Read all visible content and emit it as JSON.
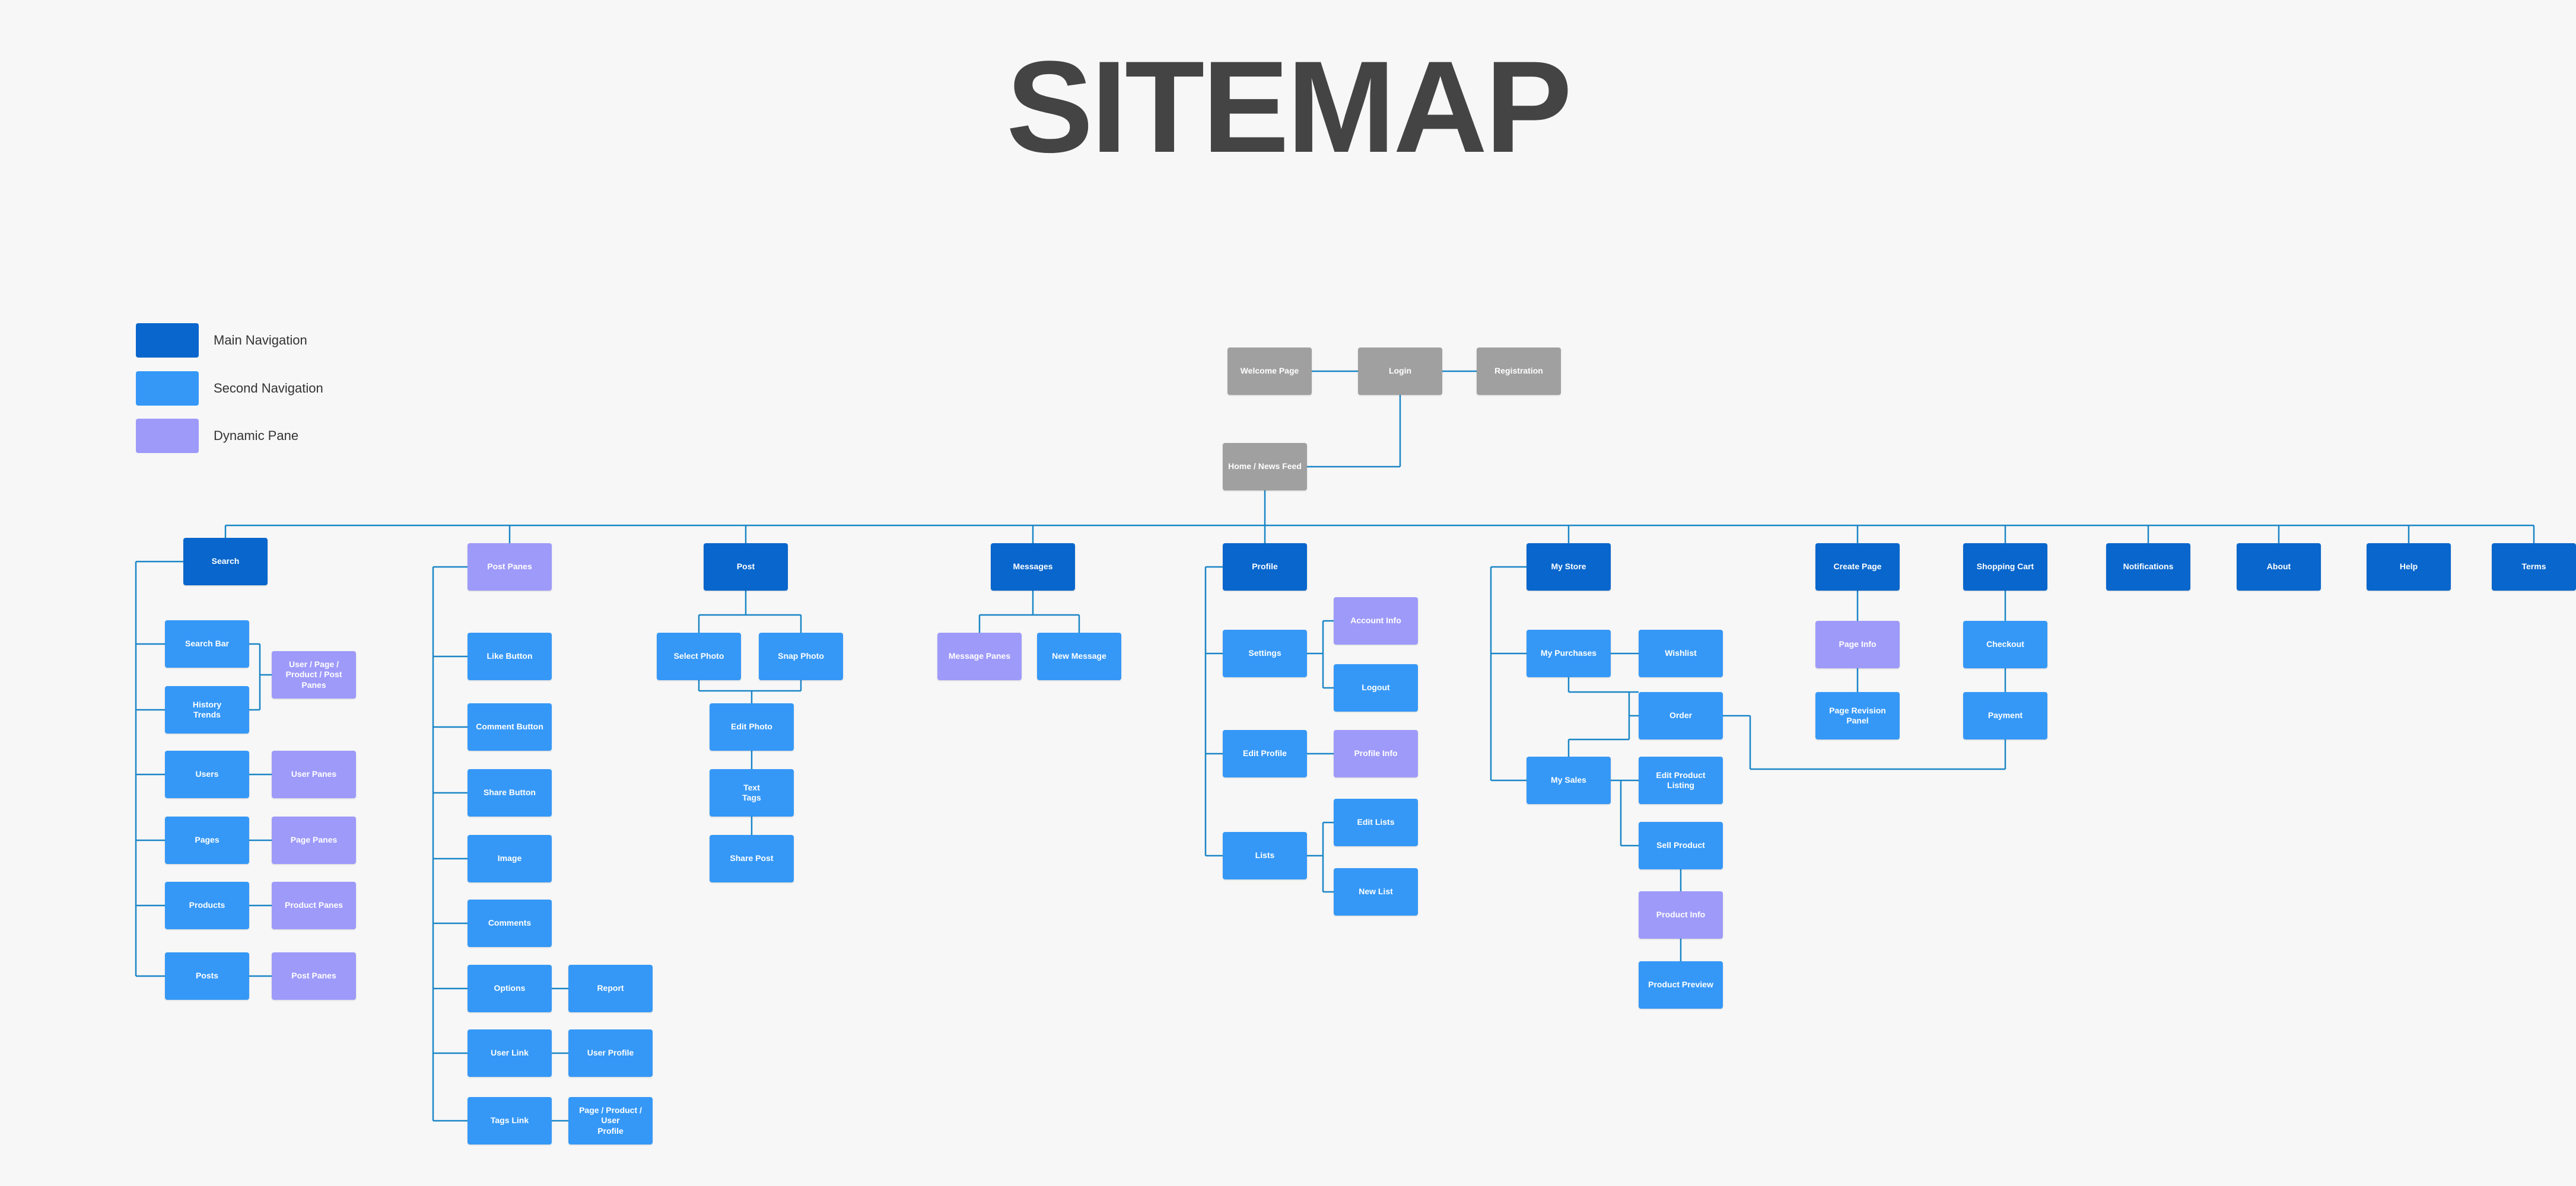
{
  "title": "SITEMAP",
  "colors": {
    "main": "#0866cc",
    "second": "#3598f7",
    "dynamic": "#9e9afa",
    "gray": "#a0a0a0",
    "connector": "#1a86c7"
  },
  "legend": {
    "main": "Main Navigation",
    "second": "Second Navigation",
    "dynamic": "Dynamic Pane"
  },
  "nodes": {
    "welcome": "Welcome Page",
    "login": "Login",
    "registration": "Registration",
    "home": "Home / News Feed",
    "search": "Search",
    "search_bar": "Search Bar",
    "history_trends": "History\nTrends",
    "upp_panes": "User / Page /\nProduct / Post Panes",
    "users": "Users",
    "user_panes": "User Panes",
    "pages": "Pages",
    "page_panes": "Page Panes",
    "products": "Products",
    "product_panes": "Product Panes",
    "posts": "Posts",
    "post_panes_s": "Post Panes",
    "post_panes": "Post Panes",
    "like_button": "Like Button",
    "comment_button": "Comment Button",
    "share_button": "Share Button",
    "image": "Image",
    "comments": "Comments",
    "options": "Options",
    "report": "Report",
    "user_link": "User Link",
    "user_profile": "User Profile",
    "tags_link": "Tags Link",
    "ppu_profile": "Page / Product / User\nProfile",
    "post": "Post",
    "select_photo": "Select Photo",
    "snap_photo": "Snap Photo",
    "edit_photo": "Edit Photo",
    "text_tags": "Text\nTags",
    "share_post": "Share Post",
    "messages": "Messages",
    "message_panes": "Message Panes",
    "new_message": "New Message",
    "profile": "Profile",
    "settings": "Settings",
    "account_info": "Account Info",
    "logout": "Logout",
    "edit_profile": "Edit Profile",
    "profile_info": "Profile Info",
    "lists": "Lists",
    "edit_lists": "Edit Lists",
    "new_list": "New List",
    "my_store": "My Store",
    "my_purchases": "My Purchases",
    "wishlist": "Wishlist",
    "order": "Order",
    "my_sales": "My Sales",
    "edit_product_listing": "Edit Product Listing",
    "sell_product": "Sell Product",
    "product_info": "Product Info",
    "product_preview": "Product Preview",
    "create_page": "Create Page",
    "page_info": "Page Info",
    "page_revision_panel": "Page Revision Panel",
    "shopping_cart": "Shopping Cart",
    "checkout": "Checkout",
    "payment": "Payment",
    "notifications": "Notifications",
    "about": "About",
    "help": "Help",
    "terms": "Terms"
  }
}
